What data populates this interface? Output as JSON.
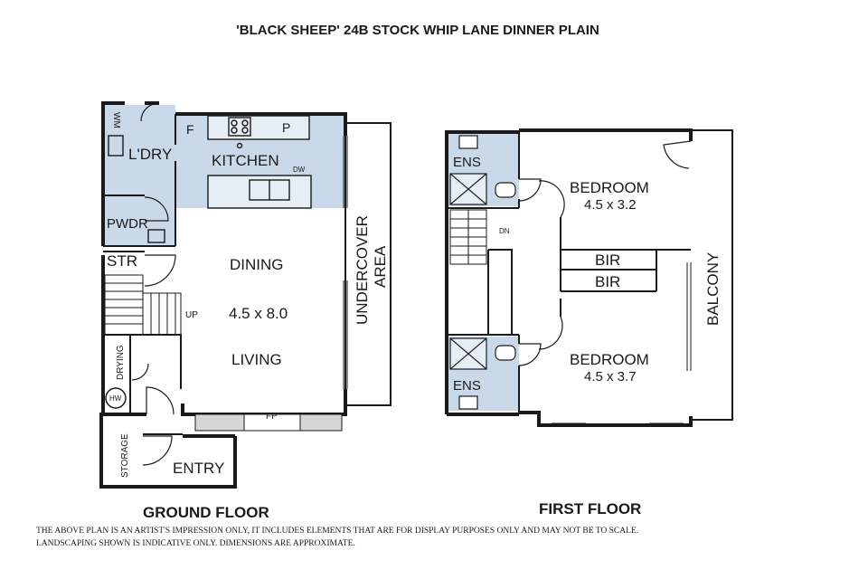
{
  "title": "'BLACK SHEEP' 24B STOCK WHIP LANE DINNER PLAIN",
  "colors": {
    "wet_area": "#c9d9ea",
    "wall": "#1a1a1a"
  },
  "ground_floor": {
    "label": "GROUND FLOOR",
    "rooms": {
      "laundry": "L'DRY",
      "wm": "WM",
      "powder": "PWDR",
      "kitchen": "KITCHEN",
      "fridge": "F",
      "pantry": "P",
      "dw": "DW",
      "storeroom": "STR",
      "dining": "DINING",
      "living_dim": "4.5 x 8.0",
      "living": "LIVING",
      "up": "UP",
      "drying": "DRYING",
      "hw": "HW",
      "fp": "FP",
      "storage": "STORAGE",
      "entry": "ENTRY",
      "undercover_1": "UNDERCOVER",
      "undercover_2": "AREA"
    }
  },
  "first_floor": {
    "label": "FIRST FLOOR",
    "rooms": {
      "ens_top": "ENS",
      "ens_bottom": "ENS",
      "bedroom1": "BEDROOM",
      "bedroom1_dim": "4.5 x 3.2",
      "bedroom2": "BEDROOM",
      "bedroom2_dim": "4.5 x 3.7",
      "bir1": "BIR",
      "bir2": "BIR",
      "dn": "DN",
      "balcony": "BALCONY"
    }
  },
  "disclaimer": [
    "THE ABOVE PLAN IS AN ARTIST'S IMPRESSION ONLY, IT INCLUDES ELEMENTS THAT ARE FOR DISPLAY PURPOSES ONLY AND MAY NOT BE TO SCALE.",
    "LANDSCAPING SHOWN IS INDICATIVE ONLY. DIMENSIONS ARE APPROXIMATE."
  ]
}
